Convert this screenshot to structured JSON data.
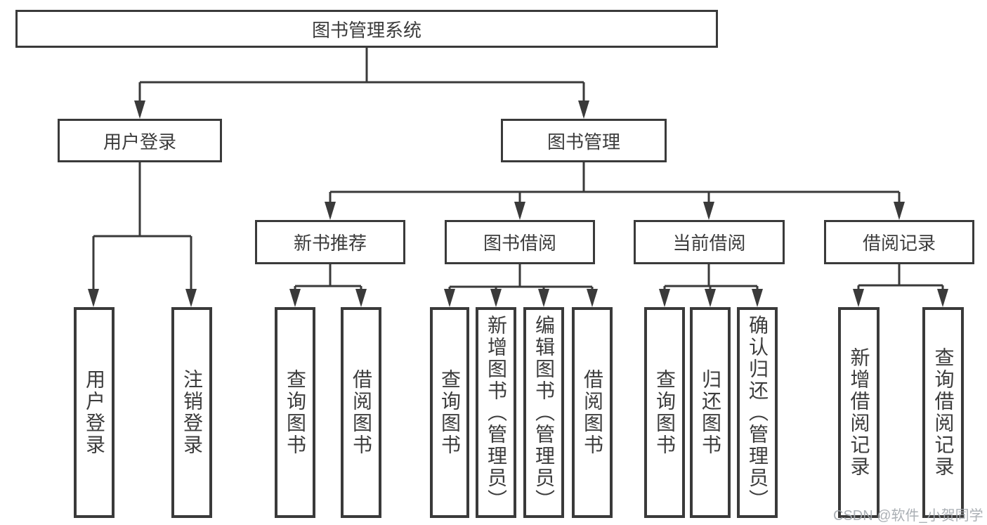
{
  "tree": {
    "label": "图书管理系统",
    "children": [
      {
        "label": "用户登录",
        "children": [
          {
            "label": "用户登录"
          },
          {
            "label": "注销登录"
          }
        ]
      },
      {
        "label": "图书管理",
        "children": [
          {
            "label": "新书推荐",
            "children": [
              {
                "label": "查询图书"
              },
              {
                "label": "借阅图书"
              }
            ]
          },
          {
            "label": "图书借阅",
            "children": [
              {
                "label": "查询图书"
              },
              {
                "label": "新增图书（管理员）"
              },
              {
                "label": "编辑图书（管理员）"
              },
              {
                "label": "借阅图书"
              }
            ]
          },
          {
            "label": "当前借阅",
            "children": [
              {
                "label": "查询图书"
              },
              {
                "label": "归还图书"
              },
              {
                "label": "确认归还（管理员）"
              }
            ]
          },
          {
            "label": "借阅记录",
            "children": [
              {
                "label": "新增借阅记录"
              },
              {
                "label": "查询借阅记录"
              }
            ]
          }
        ]
      }
    ]
  },
  "watermark": {
    "text": "CSDN @软件_小贺同学"
  },
  "colors": {
    "background": "#ffffff",
    "line": "#3a3a3a",
    "box_border": "#3a3a3a",
    "text": "#3c3c3c",
    "watermark": "#a4a9af"
  }
}
